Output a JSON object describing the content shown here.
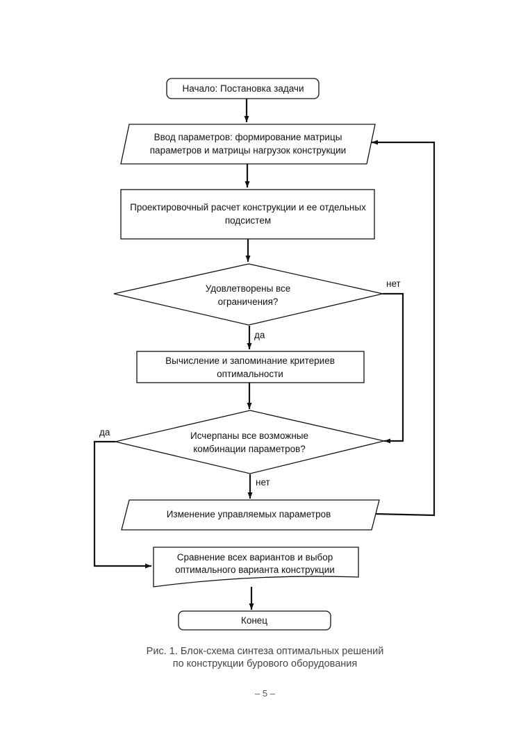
{
  "diagram": {
    "nodes": {
      "start": {
        "shape": "rounded-rect",
        "lines": [
          "Начало: Постановка задачи"
        ]
      },
      "input": {
        "shape": "parallelogram",
        "lines": [
          "Ввод параметров: формирование матрицы",
          "параметров и матрицы нагрузок конструкции"
        ]
      },
      "design": {
        "shape": "rectangle",
        "lines": [
          "Проектировочный расчет конструкции и ее отдельных",
          "подсистем"
        ]
      },
      "check": {
        "shape": "diamond",
        "lines": [
          "Удовлетворены все",
          "ограничения?"
        ]
      },
      "criteria": {
        "shape": "rectangle",
        "lines": [
          "Вычисление и запоминание критериев",
          "оптимальности"
        ]
      },
      "exhausted": {
        "shape": "diamond",
        "lines": [
          "Исчерпаны все возможные",
          "комбинации параметров?"
        ]
      },
      "change": {
        "shape": "parallelogram",
        "lines": [
          "Изменение управляемых параметров"
        ]
      },
      "compare": {
        "shape": "document",
        "lines": [
          "Сравнение всех вариантов и выбор",
          "оптимального варианта конструкции"
        ]
      },
      "end": {
        "shape": "rounded-rect",
        "lines": [
          "Конец"
        ]
      }
    },
    "edges": [
      {
        "from": "start",
        "to": "input",
        "label": ""
      },
      {
        "from": "input",
        "to": "design",
        "label": ""
      },
      {
        "from": "design",
        "to": "check",
        "label": ""
      },
      {
        "from": "check",
        "to": "criteria",
        "label": "да"
      },
      {
        "from": "check",
        "to": "exhausted",
        "label": "нет"
      },
      {
        "from": "criteria",
        "to": "exhausted",
        "label": ""
      },
      {
        "from": "exhausted",
        "to": "change",
        "label": "нет"
      },
      {
        "from": "exhausted",
        "to": "compare",
        "label": "да"
      },
      {
        "from": "change",
        "to": "input",
        "label": ""
      },
      {
        "from": "compare",
        "to": "end",
        "label": ""
      }
    ]
  },
  "caption": {
    "line1": "Рис. 1. Блок-схема синтеза оптимальных решений",
    "line2": "по конструкции бурового оборудования"
  },
  "page_number": "– 5 –"
}
